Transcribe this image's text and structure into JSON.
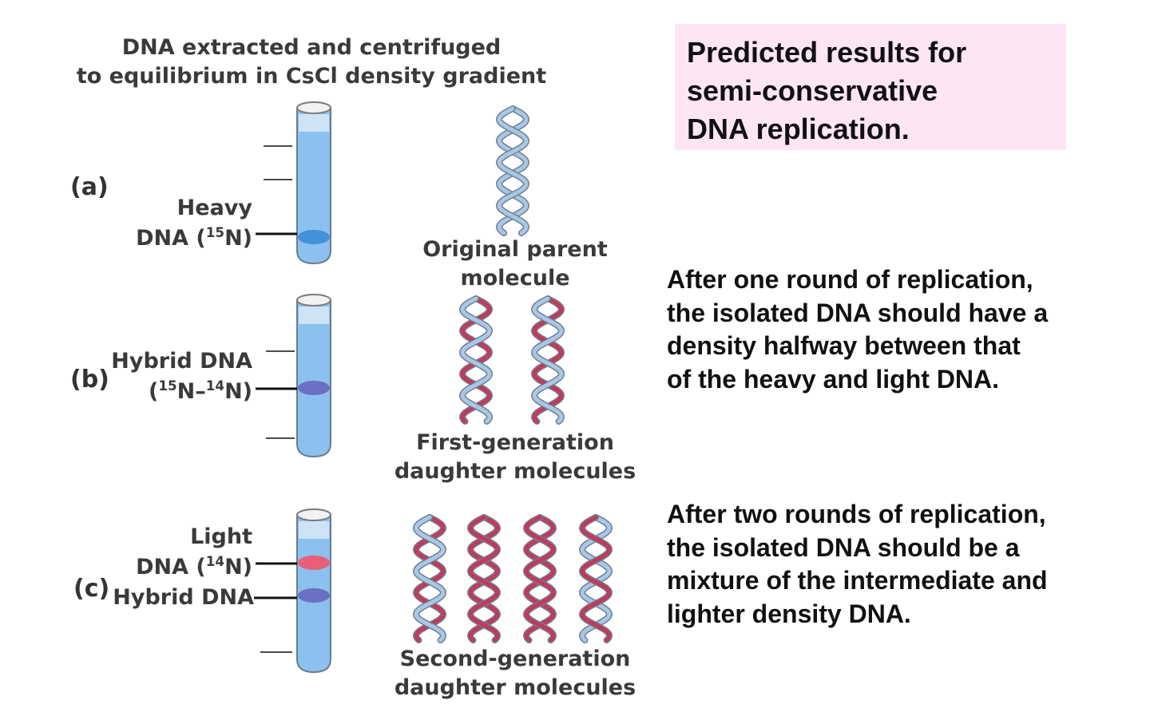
{
  "header": {
    "line1": "DNA extracted and centrifuged",
    "line2": "to equilibrium in CsCl density gradient"
  },
  "prediction": {
    "line1": "Predicted results for",
    "line2": "semi-conservative",
    "line3": "DNA replication."
  },
  "panels": [
    {
      "letter": "(a)",
      "labels": [
        {
          "pre": "Heavy",
          "main": "DNA (",
          "sup": "15",
          "post": "N)"
        }
      ],
      "caption_line1": "Original parent",
      "caption_line2": "molecule"
    },
    {
      "letter": "(b)",
      "labels": [
        {
          "pre": "Hybrid DNA",
          "main": "(",
          "sup": "15",
          "mid": "N–",
          "sup2": "14",
          "post": "N)"
        }
      ],
      "caption_line1": "First-generation",
      "caption_line2": "daughter molecules"
    },
    {
      "letter": "(c)",
      "labels": [
        {
          "pre": "Light",
          "main": "DNA (",
          "sup": "14",
          "post": "N)"
        },
        {
          "main": "Hybrid DNA"
        }
      ],
      "caption_line1": "Second-generation",
      "caption_line2": "daughter molecules"
    }
  ],
  "notes": {
    "one_round": [
      "After one round of replication,",
      "the isolated DNA should have a",
      "density halfway between that",
      "of the heavy and light DNA."
    ],
    "two_rounds": [
      "After two rounds of replication,",
      "the isolated DNA should be a",
      "mixture of the intermediate and",
      "lighter density DNA."
    ]
  },
  "colors": {
    "box_pink": "#fde6f4",
    "tube_blue": "#8cc0ee",
    "band_heavy": "#3f8fd6",
    "band_hybrid": "#6a6bbf",
    "band_light": "#ee5a72",
    "strand_old": "#a9c7e6",
    "strand_new": "#c23a5a"
  }
}
